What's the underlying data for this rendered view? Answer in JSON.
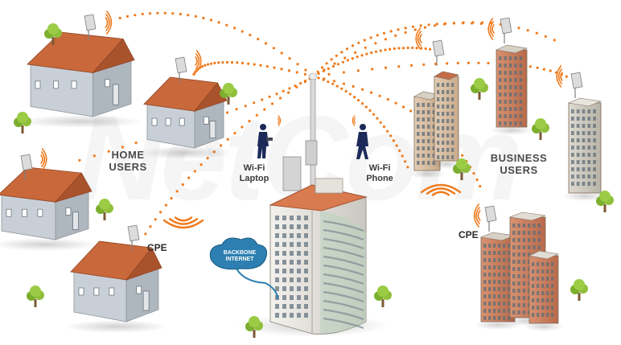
{
  "labels": {
    "home_users": [
      "HOME",
      "USERS"
    ],
    "business_users": [
      "BUSINESS",
      "USERS"
    ],
    "wifi_laptop": [
      "Wi-Fi",
      "Laptop"
    ],
    "wifi_phone": [
      "Wi-Fi",
      "Phone"
    ],
    "cpe_left": "CPE",
    "cpe_right": "CPE",
    "backbone": [
      "BACKBONE",
      "INTERNET"
    ]
  },
  "watermark": "NetCom",
  "colors": {
    "signal": "#f07a1c",
    "roof": "#c9683a",
    "wall": "#c9cfd6",
    "tower": "#e7e5df",
    "cloud": "#2c7fb0",
    "tree": "#7cae2f"
  }
}
